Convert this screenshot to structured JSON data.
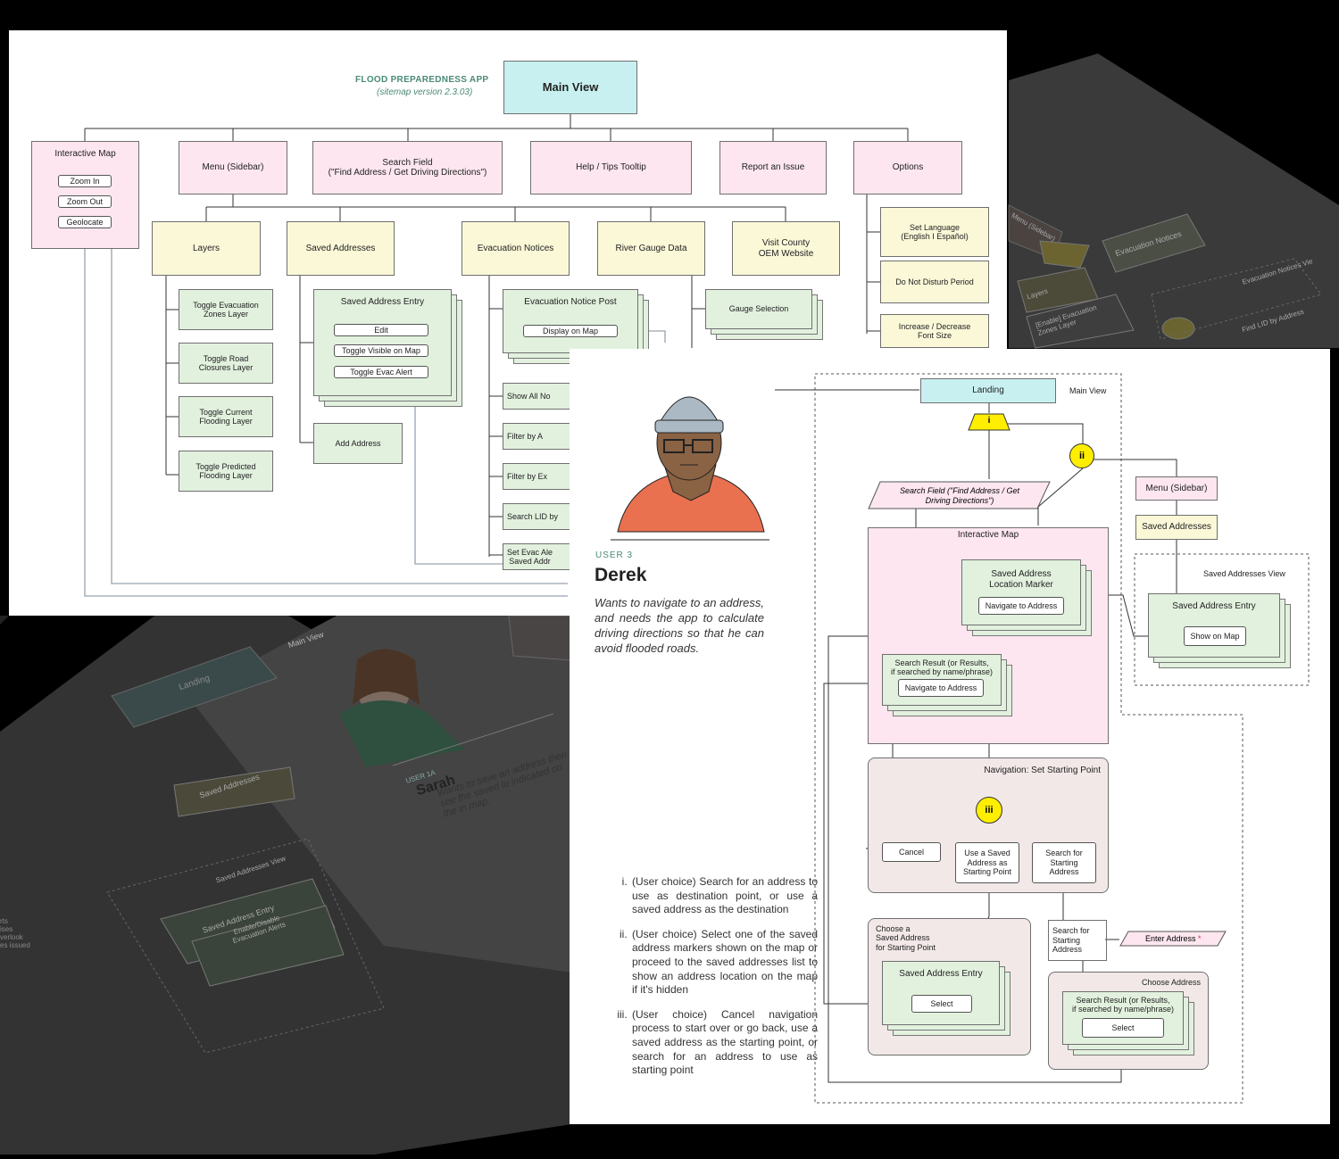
{
  "sitemap": {
    "app_title": "FLOOD PREPAREDNESS APP",
    "version": "(sitemap version 2.3.03)",
    "main_view": "Main View",
    "interactive_map": "Interactive Map",
    "zoom_in": "Zoom In",
    "zoom_out": "Zoom Out",
    "geolocate": "Geolocate",
    "menu_sidebar": "Menu (Sidebar)",
    "search_field": "Search Field\n(\"Find Address / Get Driving Directions\")",
    "help_tips": "Help / Tips Tooltip",
    "report_issue": "Report an Issue",
    "options": "Options",
    "layers": "Layers",
    "saved_addresses": "Saved Addresses",
    "evacuation_notices": "Evacuation Notices",
    "river_gauge": "River Gauge Data",
    "visit_county": "Visit County\nOEM Website",
    "set_language": "Set Language\n(English I Español)",
    "do_not_disturb": "Do Not Disturb Period",
    "font_size": "Increase / Decrease\nFont Size",
    "toggle_evac_zones": "Toggle Evacuation\nZones Layer",
    "toggle_road": "Toggle Road\nClosures Layer",
    "toggle_current": "Toggle Current\nFlooding Layer",
    "toggle_predicted": "Toggle Predicted\nFlooding Layer",
    "saved_address_entry": "Saved Address Entry",
    "edit": "Edit",
    "toggle_visible": "Toggle Visible on Map",
    "toggle_evac_alert": "Toggle Evac Alert",
    "add_address": "Add Address",
    "evac_notice_post": "Evacuation Notice Post",
    "display_on_map": "Display on Map",
    "show_all": "Show All No",
    "filter_by_a": "Filter by A",
    "filter_by_ex": "Filter by Ex",
    "search_lid": "Search LID by",
    "set_evac": "Set Evac Ale\nSaved Addr",
    "gauge_selection": "Gauge Selection"
  },
  "derek": {
    "user_tag": "USER 3",
    "name": "Derek",
    "description": "Wants to navigate to an address, and needs the app to calculate driving directions so that he can avoid flooded roads.",
    "landing": "Landing",
    "main_view": "Main View",
    "marker_i": "i",
    "marker_ii": "ii",
    "marker_iii": "iii",
    "search_field": "Search Field (\"Find Address / Get Driving Directions\")",
    "menu_sidebar": "Menu (Sidebar)",
    "saved_addresses": "Saved Addresses",
    "saved_addresses_view": "Saved Addresses View",
    "saved_address_entry": "Saved Address Entry",
    "show_on_map": "Show on Map",
    "interactive_map": "Interactive Map",
    "saved_address_marker": "Saved Address\nLocation Marker",
    "navigate_to_address": "Navigate to Address",
    "search_result": "Search Result (or Results,\nif searched by name/phrase)",
    "nav_set_start": "Navigation: Set Starting Point",
    "cancel": "Cancel",
    "use_saved": "Use a Saved\nAddress as\nStarting Point",
    "search_for_start": "Search for\nStarting\nAddress",
    "choose_saved": "Choose a\nSaved Address\nfor Starting Point",
    "select": "Select",
    "enter_address": "Enter Address",
    "required_mark": "*",
    "choose_address": "Choose Address",
    "note_i": "(User choice) Search for an address to use as destination point, or use a saved address as the destination",
    "note_ii": "(User choice) Select one of the saved address markers shown on the map or proceed to the saved addresses list to show an address location on the map if it's hidden",
    "note_iii": "(User choice) Cancel navigation process to start over or go back, use a saved address as the starting point, or search for an address to use as starting point"
  },
  "background": {
    "sarah_tag": "USER 1A",
    "sarah_name": "Sarah",
    "sarah_text": "Wants to save an address then see the saved lo indicated on the in map.",
    "landing": "Landing",
    "main_view": "Main View",
    "saved_addresses": "Saved Addresses",
    "saved_addresses_view": "Saved Addresses View",
    "saved_address_entry": "Saved Address Entry",
    "enable_alerts": "Enable/Disable\nEvacuation Alerts",
    "menu_sidebar": "Menu (Sidebar)",
    "evacuation_notices": "Evacuation Notices",
    "evacuation_notices_view": "Evacuation Notices Vie",
    "layers": "Layers",
    "enable_evac_layer": "[Enable] Evacuation\nZones Layer",
    "find_lid": "Find LID by Address",
    "left_text": "rts\nises\nverlook\nes issued"
  },
  "colors": {
    "pink": "#fde6ef",
    "cyan": "#c9f0f0",
    "yellow": "#fbf8d8",
    "green": "#e2f1de",
    "beige": "#f2e8e8",
    "marker_yellow": "#ffee00",
    "title_green": "#4a8a78",
    "shirt": "#e9714f"
  }
}
